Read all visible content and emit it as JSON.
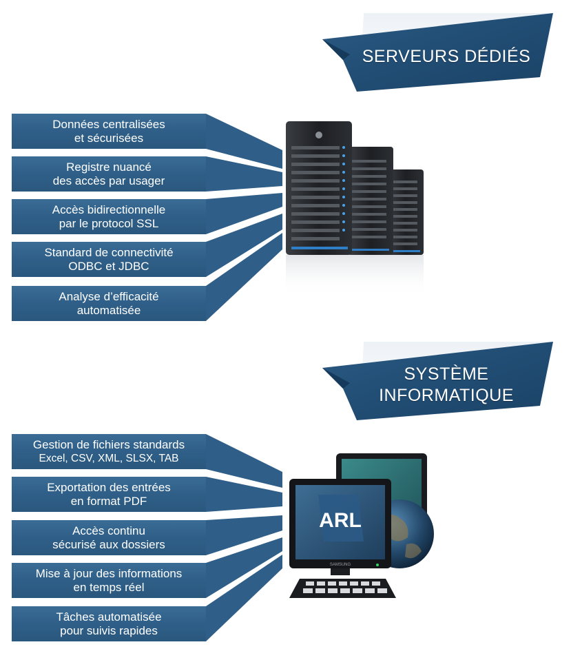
{
  "sections": [
    {
      "title_lines": [
        "SERVEURS  DÉDIÉS"
      ],
      "features": [
        {
          "line1": "Données centralisées",
          "line2": "et sécurisées"
        },
        {
          "line1": "Registre nuancé",
          "line2": "des accès par usager"
        },
        {
          "line1": "Accès bidirectionnelle",
          "line2": "par le protocol SSL"
        },
        {
          "line1": "Standard de connectivité",
          "line2": "ODBC et JDBC"
        },
        {
          "line1": "Analyse d’efficacité",
          "line2": "automatisée"
        }
      ],
      "illustration": "server-rack-icon"
    },
    {
      "title_lines": [
        "SYSTÈME",
        "INFORMATIQUE"
      ],
      "features": [
        {
          "line1": "Gestion de fichiers standards",
          "line2": "Excel, CSV, XML, SLSX, TAB"
        },
        {
          "line1": "Exportation des entrées",
          "line2": "en format PDF"
        },
        {
          "line1": "Accès continu",
          "line2": "sécurisé aux dossiers"
        },
        {
          "line1": "Mise à jour des informations",
          "line2": "en temps réel"
        },
        {
          "line1": "Tâches automatisée",
          "line2": "pour suivis rapides"
        }
      ],
      "illustration": "computer-globe-icon",
      "screen_logo": "ARL",
      "monitor_brand": "SAMSUNG"
    }
  ],
  "colors": {
    "ribbon_dark": "#1f4a70",
    "ribbon_light": "#3c6f9a",
    "feature_bg": "#2f5f88",
    "text": "#ffffff"
  }
}
